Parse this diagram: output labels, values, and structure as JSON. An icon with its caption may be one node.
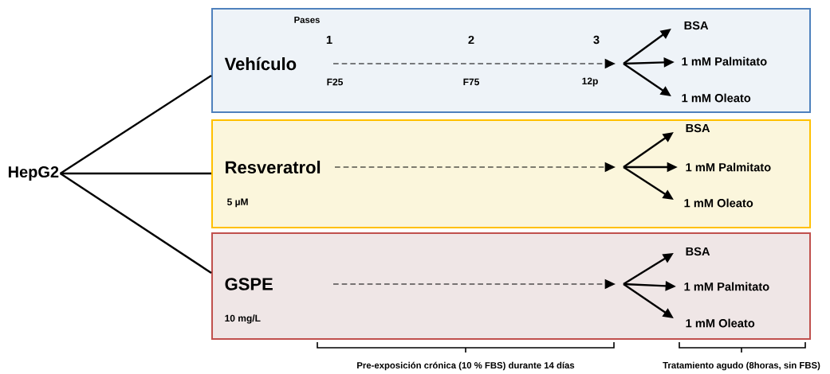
{
  "diagram": {
    "nodes": [
      {
        "text": [
          "HepG2"
        ]
      },
      {
        "text": [],
        "shape": "box"
      },
      {
        "text": [
          "Vehículo"
        ],
        "in": 1
      },
      {
        "text": [
          "BSA"
        ],
        "in": 1
      },
      {
        "text": [
          "1 mM Palmitato"
        ],
        "in": 1
      },
      {
        "text": [
          "1 mM Oleato"
        ],
        "in": 1
      },
      {
        "text": [],
        "shape": "box"
      },
      {
        "text": [
          "Resveratrol"
        ],
        "in": 6,
        "beside": [
          "5 µM"
        ]
      },
      {
        "text": [
          "BSA"
        ],
        "in": 6
      },
      {
        "text": [
          "1 mM Palmitato"
        ],
        "in": 6
      },
      {
        "text": [
          "1 mM Oleato"
        ],
        "in": 6
      },
      {
        "text": [],
        "shape": "box"
      },
      {
        "text": [
          "GSPE"
        ],
        "in": 11,
        "beside": [
          "10 mg/L"
        ]
      },
      {
        "text": [
          "BSA"
        ],
        "in": 11
      },
      {
        "text": [
          "1 mM Palmitato"
        ],
        "in": 11
      },
      {
        "text": [
          "1 mM Oleato"
        ],
        "in": 11
      }
    ],
    "edges": [
      {
        "from": 0,
        "to": 1,
        "arrow": "none"
      },
      {
        "from": 0,
        "to": 6,
        "arrow": "none"
      },
      {
        "from": 0,
        "to": 11,
        "arrow": "none"
      },
      {
        "from": 2,
        "to": null,
        "arrow": "to",
        "style": "dashed"
      },
      {
        "from": null,
        "to": 3,
        "arrow": "to"
      },
      {
        "from": null,
        "to": 4,
        "arrow": "to"
      },
      {
        "from": null,
        "to": 5,
        "arrow": "to"
      },
      {
        "from": 7,
        "to": null,
        "arrow": "to",
        "style": "dashed"
      },
      {
        "from": null,
        "to": 8,
        "arrow": "to"
      },
      {
        "from": null,
        "to": 9,
        "arrow": "to"
      },
      {
        "from": null,
        "to": 10,
        "arrow": "to"
      },
      {
        "from": 12,
        "to": null,
        "arrow": "to",
        "style": "dashed"
      },
      {
        "from": null,
        "to": 13,
        "arrow": "to"
      },
      {
        "from": null,
        "to": 14,
        "arrow": "to"
      },
      {
        "from": null,
        "to": 15,
        "arrow": "to"
      }
    ],
    "labels": [
      "Pases",
      "1",
      "2",
      "3",
      "F25",
      "F75",
      "12p",
      "Pre-exposición crónica (10 % FBS) durante 14 días",
      "Tratamiento agudo (8horas, sin FBS)"
    ]
  }
}
